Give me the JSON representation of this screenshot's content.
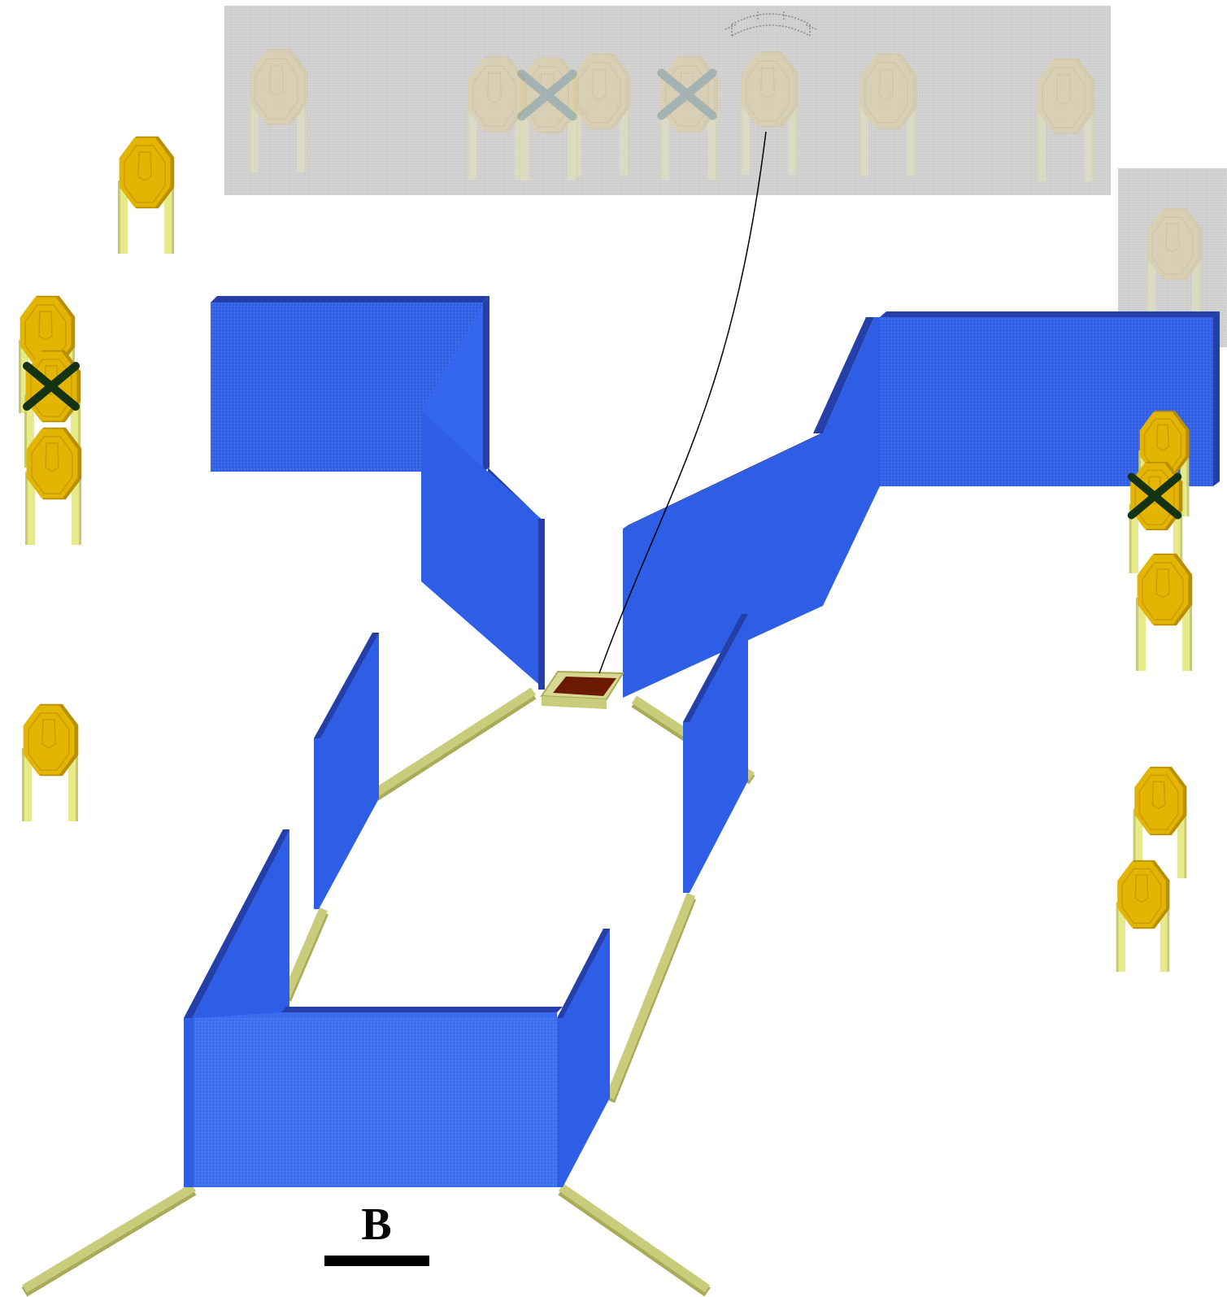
{
  "diagram": {
    "label": "B",
    "colors": {
      "background": "#ffffff",
      "wall_front": "#2e5ee6",
      "wall_side": "#2440a8",
      "wall_light": "#4f7df0",
      "rail": "#c9cc7a",
      "rail_dark": "#a9ab58",
      "target_face": "#e3b400",
      "target_edge": "#b88f00",
      "target_inner": "#c99c00",
      "leg": "#e7ea8a",
      "leg_dark": "#c9cb6a",
      "cross": "#143214",
      "panel": "#d2d2d2",
      "pad": "#6b1a00",
      "pad_frame": "#d7d98f",
      "scale_bar": "#000000"
    },
    "components": {
      "walls": "blue-wall",
      "walkways": "yellow-walkway",
      "start_pad": "start-pad",
      "target_panel": "target-panel",
      "targets": "target-sign",
      "crossed_targets": "crossed-target",
      "rotation_arrow": "rotation-arrow-icon",
      "leader_line": "leader-line",
      "scale_bar": "scale-bar"
    }
  }
}
